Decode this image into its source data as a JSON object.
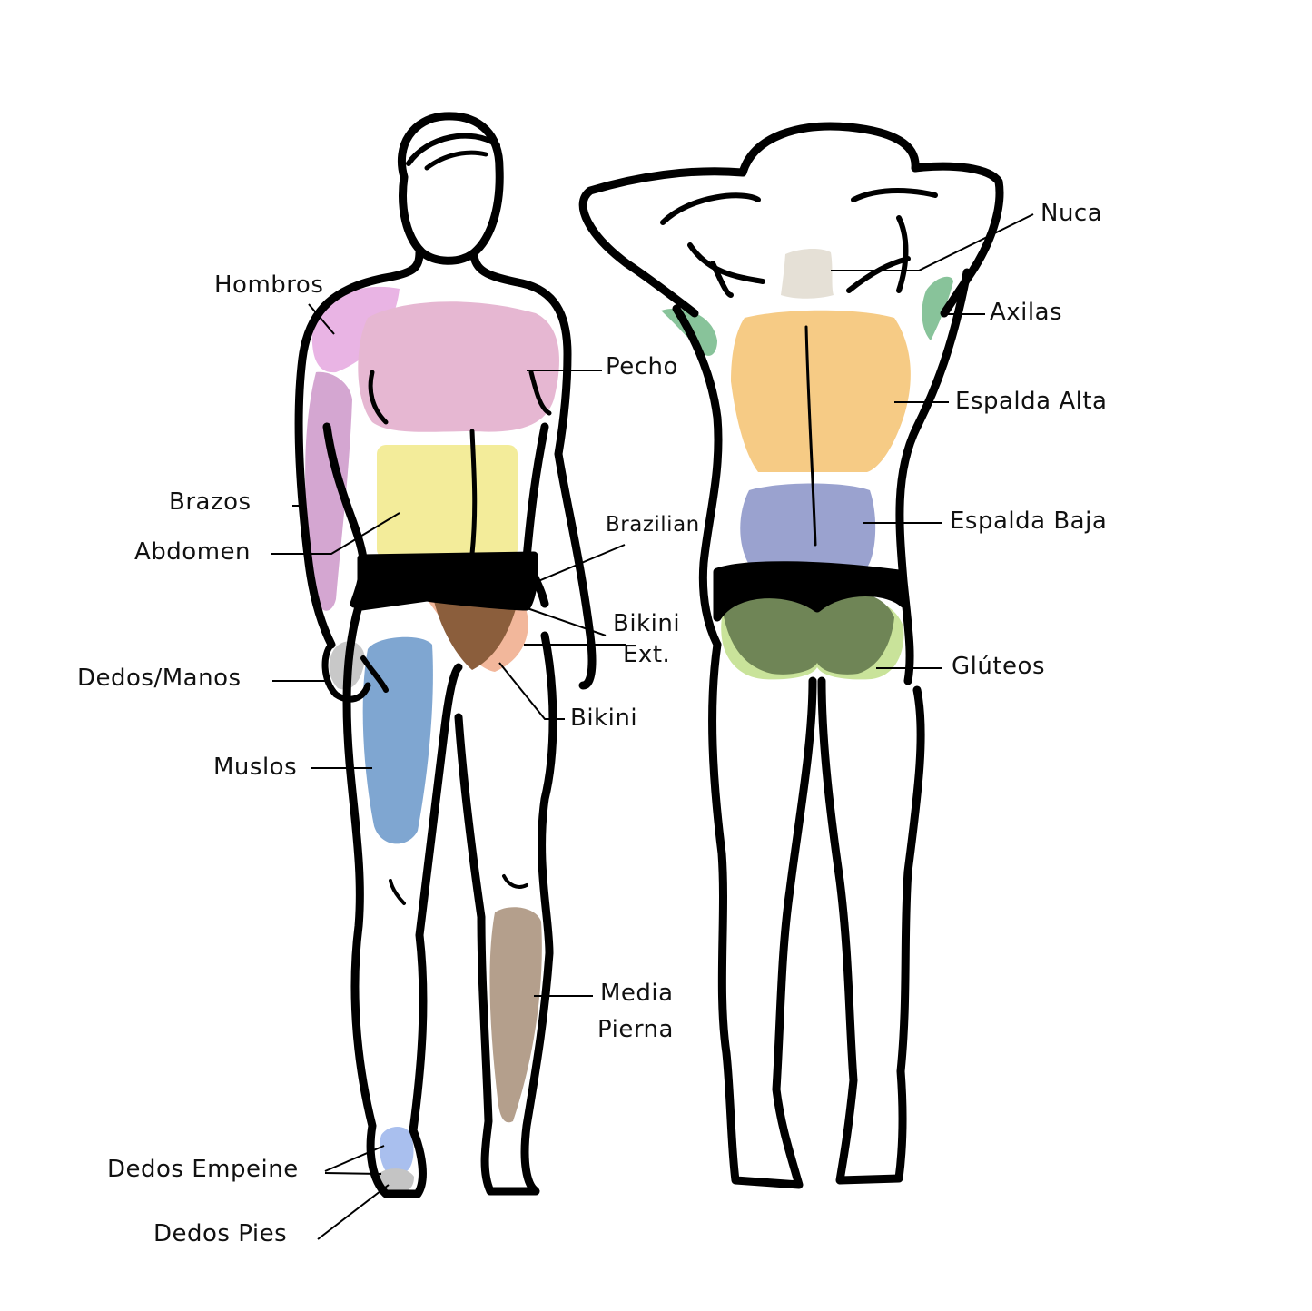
{
  "title": "Body hair removal zones diagram",
  "figures": [
    "front-view",
    "back-view"
  ],
  "labels": {
    "hombros": "Hombros",
    "pecho": "Pecho",
    "brazos": "Brazos",
    "abdomen": "Abdomen",
    "brazilian": "Brazilian",
    "bikini_ext_line1": "Bikini",
    "bikini_ext_line2": "Ext.",
    "bikini": "Bikini",
    "dedos_manos": "Dedos/Manos",
    "muslos": "Muslos",
    "media_pierna_line1": "Media",
    "media_pierna_line2": "Pierna",
    "dedos_empeine": "Dedos Empeine",
    "dedos_pies": "Dedos Pies",
    "nuca": "Nuca",
    "axilas": "Axilas",
    "espalda_alta": "Espalda Alta",
    "espalda_baja": "Espalda Baja",
    "gluteos": "Glúteos"
  },
  "zone_colors": {
    "hombros": "#e9b4e4",
    "pecho": "#e6b7d2",
    "brazos": "#d4a6d1",
    "abdomen": "#f3ec9a",
    "brazilian": "#f2b79b",
    "bikini": "#8b5e3c",
    "dedos_manos": "#c8c8c8",
    "muslos": "#7fa6d1",
    "media_pierna": "#b49f8c",
    "dedos_empeine": "#a9bfee",
    "dedos_pies": "#c4c4c4",
    "nuca": "#e5e0d6",
    "axilas": "#88c39a",
    "espalda_alta": "#f6cb85",
    "espalda_baja": "#9aa2cf",
    "gluteos_inner": "#6f8556",
    "gluteos_outer": "#c9e39a"
  }
}
